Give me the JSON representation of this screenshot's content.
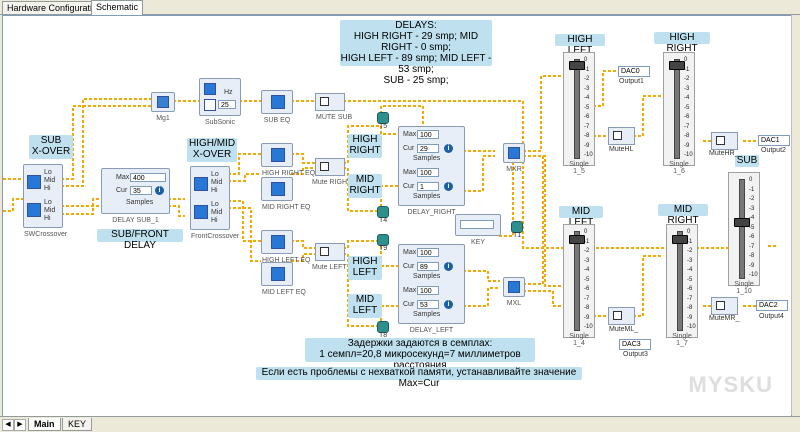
{
  "tabs": [
    "Hardware Configuration",
    "Schematic"
  ],
  "bottom_tabs": [
    "Main",
    "KEY"
  ],
  "notes": {
    "delays": [
      "DELAYS:",
      "HIGH RIGHT - 29 smp; MID RIGHT - 0 smp;",
      "HIGH LEFT - 89 smp; MID LEFT - 53 smp;",
      "SUB - 25 smp;"
    ],
    "sub_xover": [
      "SUB",
      "X-OVER"
    ],
    "himid_xover": [
      "HIGH/MID",
      "X-OVER"
    ],
    "sub_front_delay": "SUB/FRONT DELAY",
    "high_right": [
      "HIGH",
      "RIGHT"
    ],
    "mid_right": [
      "MID",
      "RIGHT"
    ],
    "high_left": [
      "HIGH",
      "LEFT"
    ],
    "mid_left": [
      "MID",
      "LEFT"
    ],
    "russian1": [
      "Задержки задаются в семплах:",
      "1 семпл=20,8 микросекунд=7 миллиметров расстояния"
    ],
    "russian2": "Если есть проблемы с нехваткой памяти, устанавливайте значение Max=Cur",
    "hdr_high_left": "HIGH LEFT",
    "hdr_high_right": "HIGH RIGHT",
    "hdr_sub": "SUB",
    "hdr_mid_left": "MID LEFT",
    "hdr_mid_right": "MID RIGHT"
  },
  "blocks": {
    "swcrossover": {
      "label": "SWCrossover",
      "ports": [
        "Lo",
        "Mid",
        "Hi",
        "Lo",
        "Mid",
        "Hi"
      ]
    },
    "frontcrossover": {
      "label": "FrontCrossover",
      "ports": [
        "Lo",
        "Mid",
        "Hi",
        "Lo",
        "Mid",
        "Hi"
      ]
    },
    "delay_sub": {
      "label": "DELAY SUB_1",
      "max_label": "Max",
      "max": "400",
      "cur_label": "Cur",
      "cur": "35",
      "samples": "Samples"
    },
    "delay_right": {
      "label": "DELAY_RIGHT",
      "max_label": "Max",
      "max1": "100",
      "cur1": "29",
      "max2": "100",
      "cur2": "1",
      "cur_label": "Cur",
      "samples": "Samples"
    },
    "delay_left": {
      "label": "DELAY_LEFT",
      "max_label": "Max",
      "max1": "100",
      "cur1": "89",
      "max2": "100",
      "cur2": "53",
      "cur_label": "Cur",
      "samples": "Samples"
    },
    "mg1": "Mg1",
    "subsonic": {
      "label": "SubSonic",
      "hz": "Hz",
      "val": "25"
    },
    "sub_eq": "SUB EQ",
    "mute_sub": "MUTE SUB",
    "high_right_eq": "HIGH RIGHT EQ",
    "mid_right_eq": "MID RIGHT EQ",
    "high_left_eq": "HIGH LEFT EQ",
    "mid_left_eq": "MID LEFT EQ",
    "mute_right": "Mute RIGHT",
    "mute_left": "Mute LEFT",
    "mxr": "MXR",
    "mxl": "MXL",
    "key": "KEY",
    "t1": "T1",
    "t4": "T4",
    "t5": "T5",
    "t9": "T9",
    "t8": "T8",
    "t7": "T7",
    "single1_5": "Single 1_5",
    "single1_6": "Single 1_6",
    "single1_4": "Single 1_4",
    "single1_7": "Single 1_7",
    "single1_10": "Single 1_10",
    "output1": "Output1",
    "output2": "Output2",
    "output3": "Output3",
    "output4": "Output4",
    "mutehl": "MuteHL",
    "mutehr": "MuteHR_",
    "muteml": "MuteML_",
    "mutemr": "MuteMR_",
    "dac0": "DAC0",
    "dac1": "DAC1",
    "dac2": "DAC2",
    "dac3": "DAC3"
  },
  "fader_ticks": [
    "0",
    "-1",
    "-2",
    "-3",
    "-4",
    "-5",
    "-6",
    "-7",
    "-8",
    "-9",
    "-10"
  ],
  "watermark": "MYSKU",
  "colors": {
    "wire": "#f5a800",
    "note_bg": "#bfe1ef",
    "block_bg": "#e8eef7",
    "pin": "#1a3fa8",
    "teal": "#2f8f8f"
  }
}
